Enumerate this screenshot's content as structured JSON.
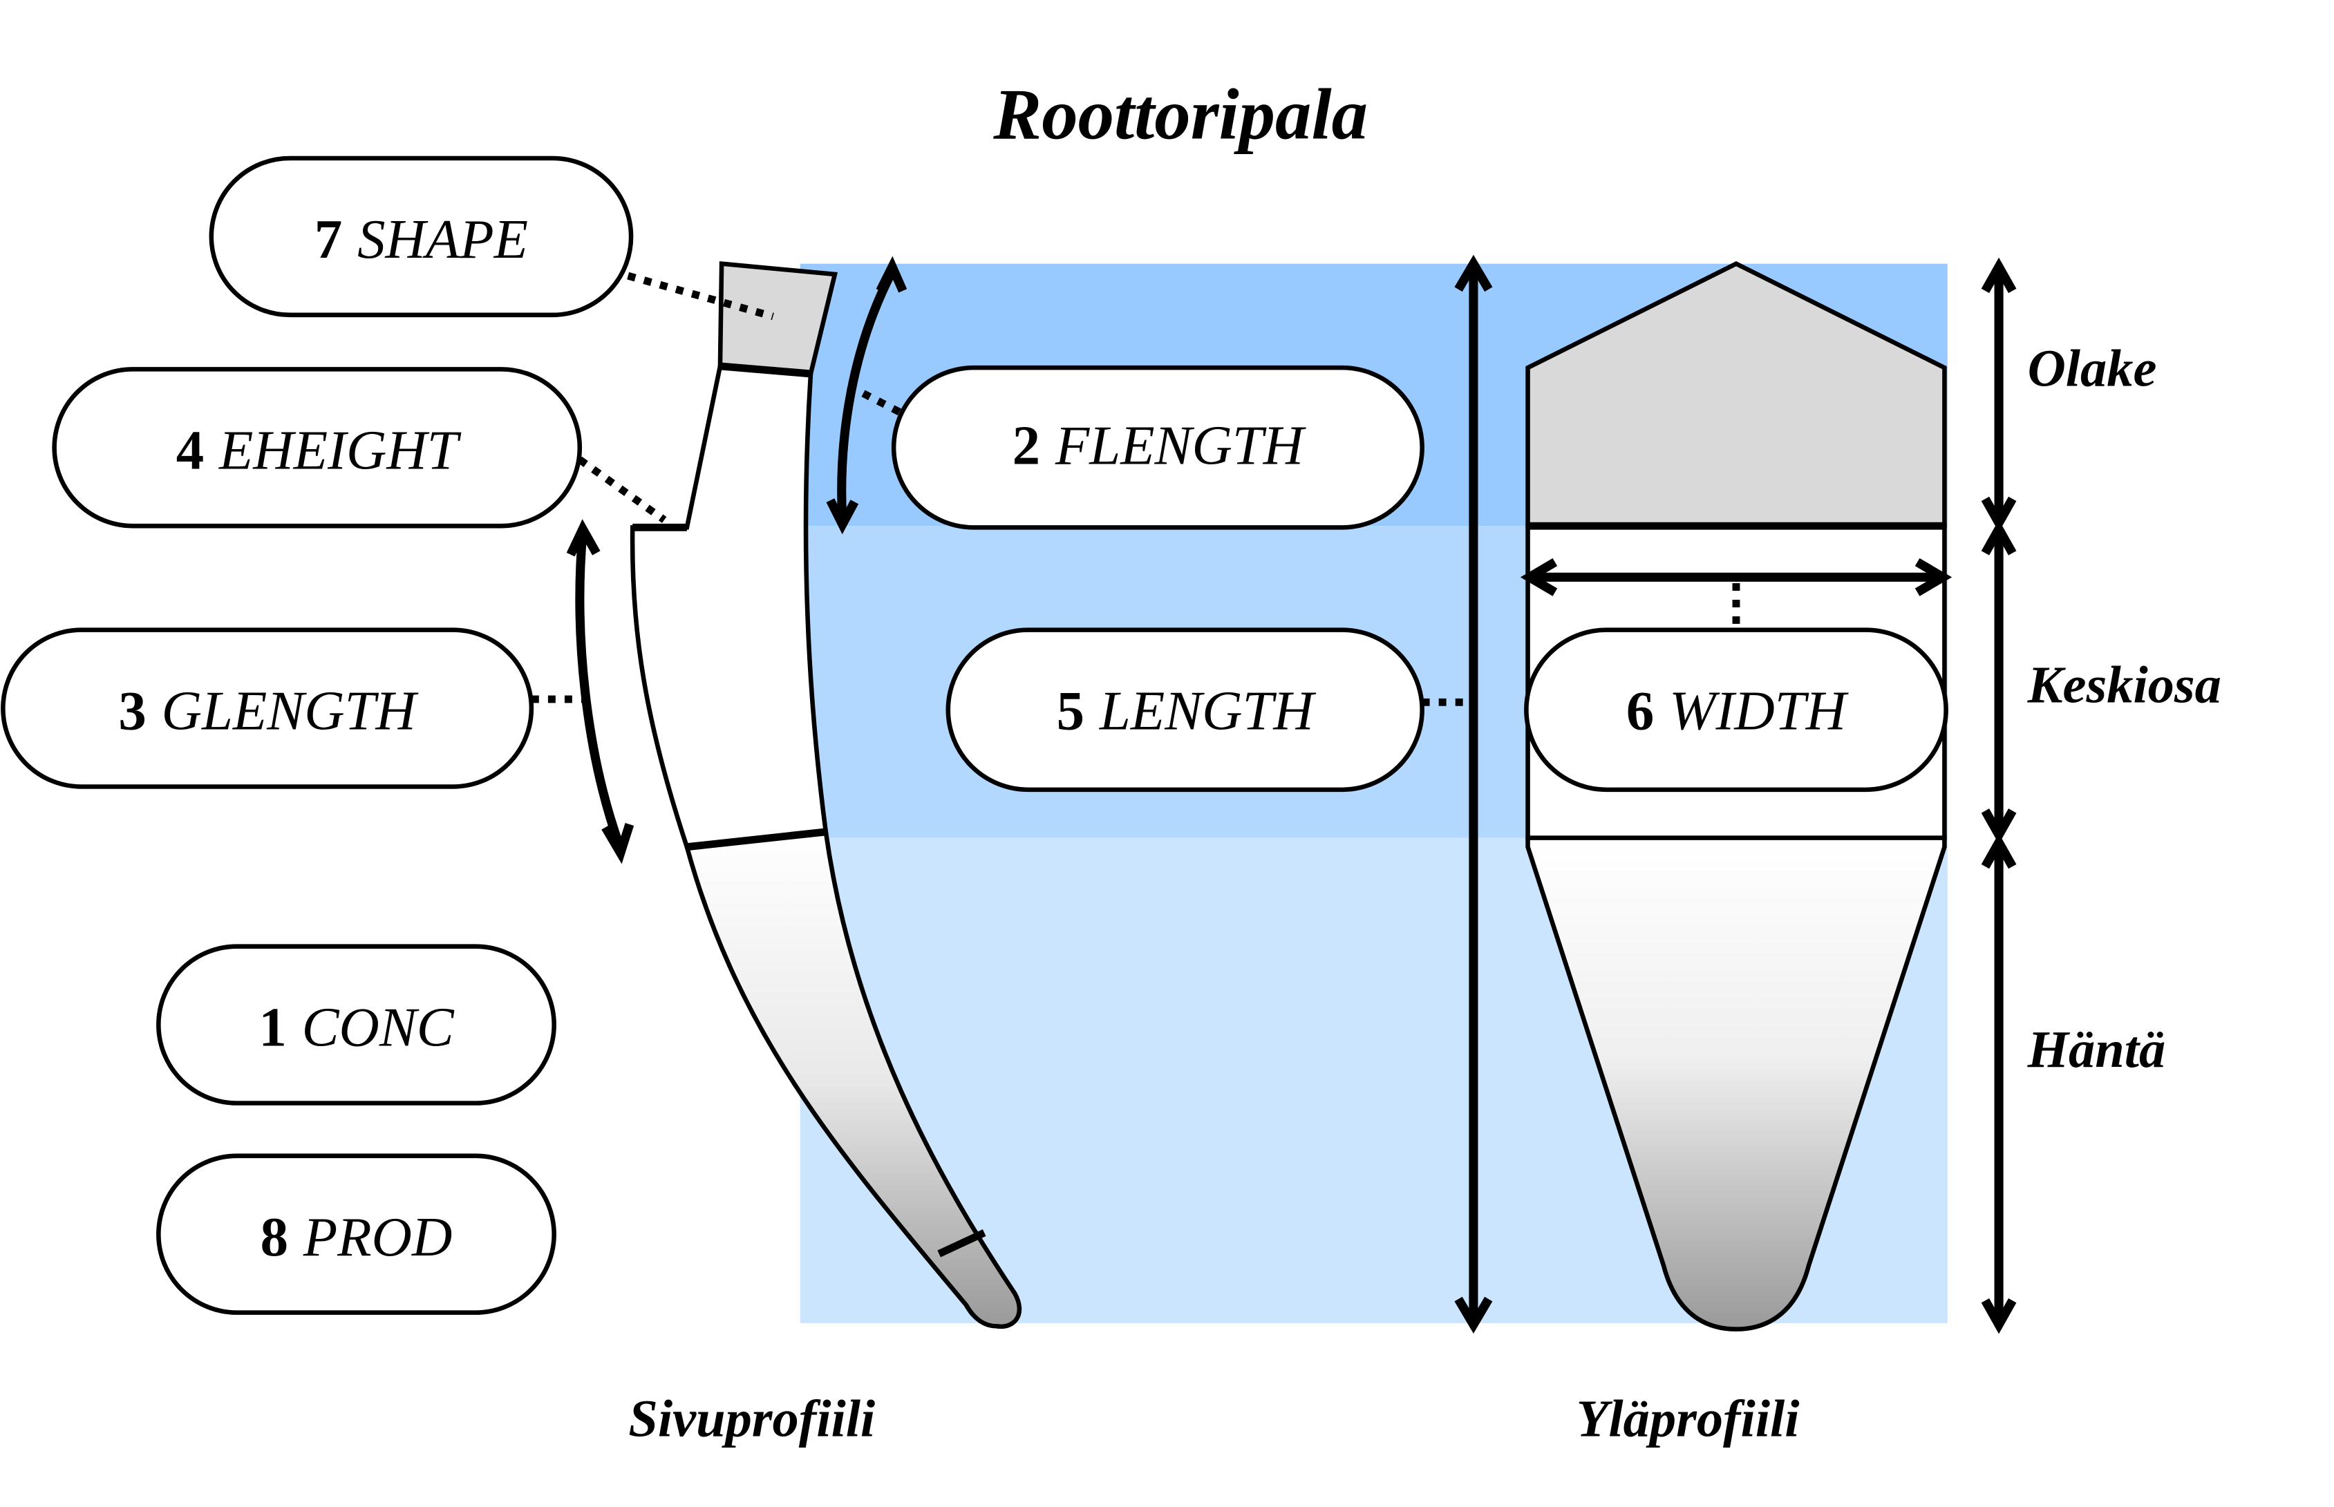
{
  "title": "Roottoripala",
  "labels": [
    {
      "id": "shape",
      "number": "7",
      "name": "SHAPE"
    },
    {
      "id": "eheight",
      "number": "4",
      "name": "EHEIGHT"
    },
    {
      "id": "glength",
      "number": "3",
      "name": "GLENGTH"
    },
    {
      "id": "conc",
      "number": "1",
      "name": "CONC"
    },
    {
      "id": "prod",
      "number": "8",
      "name": "PROD"
    },
    {
      "id": "flength",
      "number": "2",
      "name": "FLENGTH"
    },
    {
      "id": "length",
      "number": "5",
      "name": "LENGTH"
    },
    {
      "id": "width",
      "number": "6",
      "name": "WIDTH"
    }
  ],
  "sections": {
    "shoulder": "Olake",
    "middle": "Keskiosa",
    "tail": "Häntä"
  },
  "views": {
    "side": "Sivuprofiili",
    "top": "Yläprofiili"
  },
  "colors": {
    "band_shoulder": "#99caff",
    "band_middle": "#b3d8ff",
    "band_tail": "#cce5ff",
    "shoulder_fill": "#d9d9d9",
    "tail_gradient_top": "#ffffff",
    "tail_gradient_bottom": "#9a9a9a"
  }
}
